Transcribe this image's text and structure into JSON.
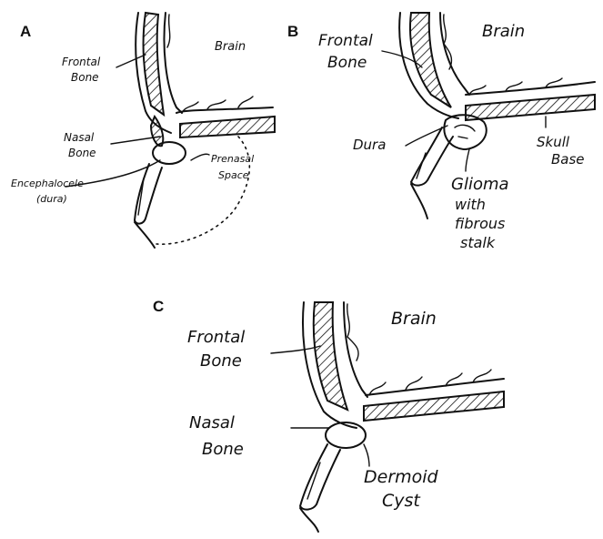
{
  "panels": {
    "a": {
      "letter": "A",
      "labels": {
        "frontal_1": "Frontal",
        "frontal_2": "Bone",
        "brain": "Brain",
        "nasal_1": "Nasal",
        "nasal_2": "Bone",
        "prenasal_1": "Prenasal",
        "prenasal_2": "Space",
        "encephalocele_1": "Encephalocele",
        "encephalocele_2": "(dura)"
      }
    },
    "b": {
      "letter": "B",
      "labels": {
        "frontal_1": "Frontal",
        "frontal_2": "Bone",
        "brain": "Brain",
        "dura": "Dura",
        "skull_1": "Skull",
        "skull_2": "Base",
        "glioma_1": "Glioma",
        "glioma_2": "with",
        "glioma_3": "fibrous",
        "glioma_4": "stalk"
      }
    },
    "c": {
      "letter": "C",
      "labels": {
        "frontal_1": "Frontal",
        "frontal_2": "Bone",
        "brain": "Brain",
        "nasal_1": "Nasal",
        "nasal_2": "Bone",
        "dermoid_1": "Dermoid",
        "dermoid_2": "Cyst"
      }
    }
  }
}
